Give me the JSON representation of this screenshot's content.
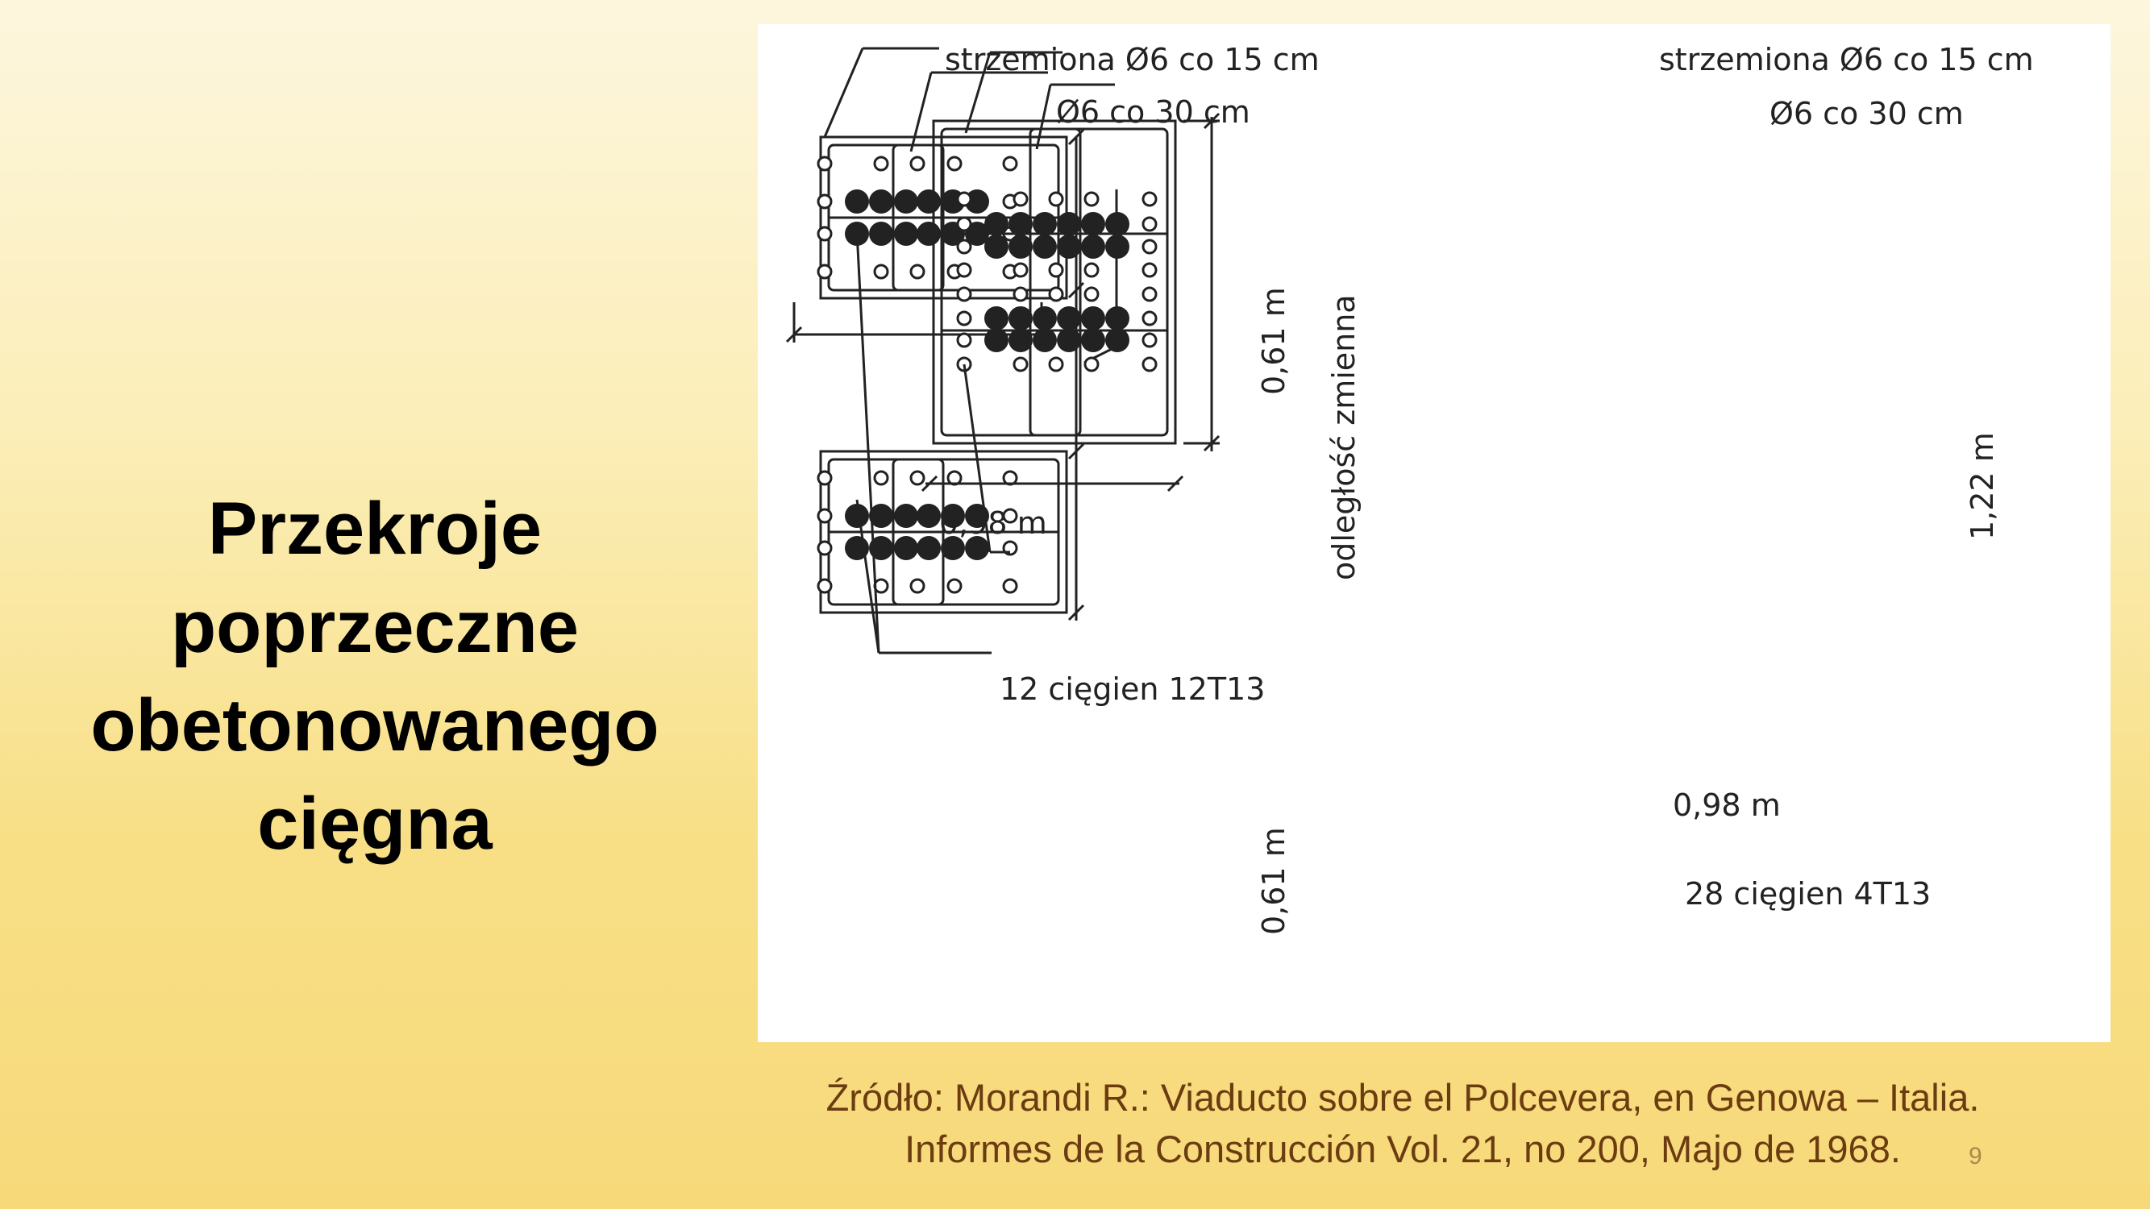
{
  "slide": {
    "title_lines": [
      "Przekroje",
      "poprzeczne",
      "obetonowanego",
      "cięgna"
    ],
    "page_number": "9"
  },
  "diagram": {
    "left_stirrups_label": "strzemiona Ø6 co 15 cm",
    "left_bar_label": "Ø6 co 30 cm",
    "left_height_top": "0,61 m",
    "left_height_bottom": "0,61 m",
    "left_width": "0,98 m",
    "spacing_label": "odległość zmienna",
    "left_tendon_label": "12 cięgien 12T13",
    "right_stirrups_label": "strzemiona Ø6 co 15 cm",
    "right_bar_label": "Ø6 co 30 cm",
    "right_height": "1,22 m",
    "right_width": "0,98 m",
    "right_tendon_label": "28 cięgien 4T13",
    "stroke_color": "#222222"
  },
  "source": {
    "line1": "Źródło: Morandi R.: Viaducto sobre el Polcevera, en Genowa – Italia.",
    "line2": "Informes de la Construcción Vol. 21, no 200, Majo de 1968."
  }
}
